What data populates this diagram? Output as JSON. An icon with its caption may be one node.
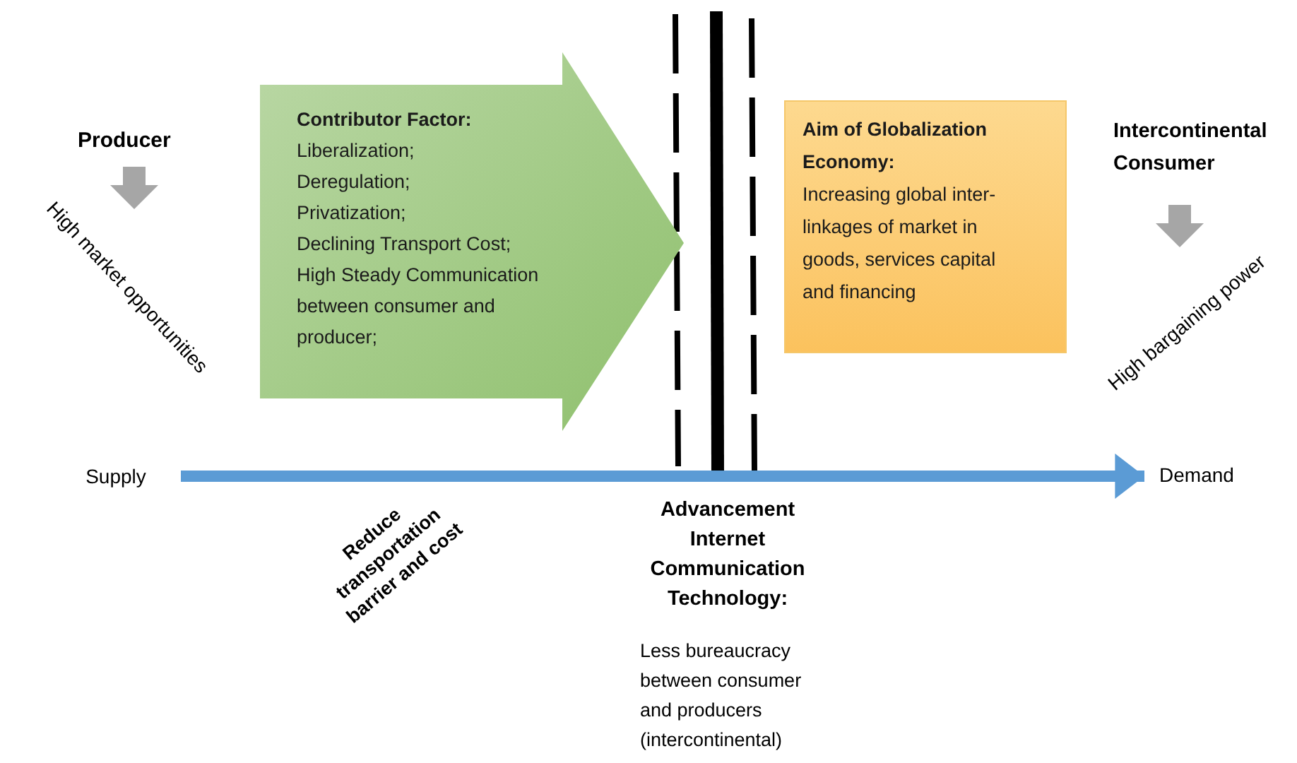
{
  "diagram": {
    "nodes": [
      {
        "text": [
          "Contributor Factor:",
          "Liberalization;",
          "Deregulation;",
          "Privatization;",
          "Declining Transport Cost;",
          "High Steady Communication between consumer and producer;"
        ]
      },
      {
        "text": [
          "Aim of Globalization Economy:",
          "Increasing global inter-linkages of market in goods, services capital and financing"
        ]
      },
      {
        "text": [
          "Supply"
        ]
      },
      {
        "text": [
          "Demand"
        ]
      }
    ],
    "edges": [
      {
        "from": 2,
        "to": 3,
        "arrow": "to",
        "color": "#5b9bd5"
      }
    ],
    "labels": [
      "Producer",
      "High market opportunities",
      "Intercontinental Consumer",
      "High bargaining power",
      "Reduce transportation barrier and cost",
      "Advancement Internet Communication Technology:",
      "Less bureaucracy between consumer and producers (intercontinental)"
    ]
  }
}
